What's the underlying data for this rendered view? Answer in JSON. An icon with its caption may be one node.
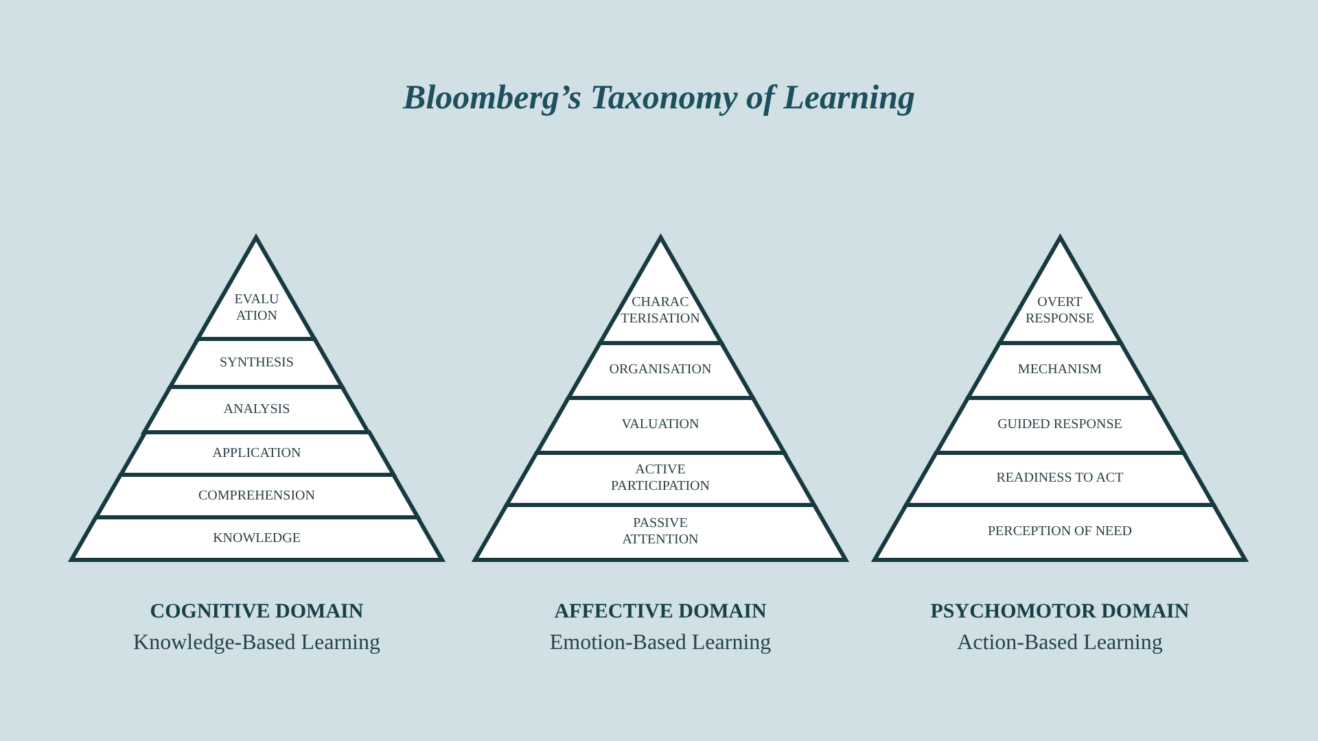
{
  "diagram": {
    "title": "Bloomberg’s Taxonomy of Learning",
    "nodes": [
      {
        "text": [
          "COGNITIVE DOMAIN",
          "Knowledge-Based Learning"
        ]
      },
      {
        "text": [
          "EVALU ATION"
        ],
        "in": 0
      },
      {
        "text": [
          "SYNTHESIS"
        ],
        "in": 0
      },
      {
        "text": [
          "ANALYSIS"
        ],
        "in": 0
      },
      {
        "text": [
          "APPLICATION"
        ],
        "in": 0
      },
      {
        "text": [
          "COMPREHENSION"
        ],
        "in": 0
      },
      {
        "text": [
          "KNOWLEDGE"
        ],
        "in": 0
      },
      {
        "text": [
          "AFFECTIVE DOMAIN",
          "Emotion-Based Learning"
        ]
      },
      {
        "text": [
          "CHARAC TERISATION"
        ],
        "in": 7
      },
      {
        "text": [
          "ORGANISATION"
        ],
        "in": 7
      },
      {
        "text": [
          "VALUATION"
        ],
        "in": 7
      },
      {
        "text": [
          "ACTIVE PARTICIPATION"
        ],
        "in": 7
      },
      {
        "text": [
          "PASSIVE ATTENTION"
        ],
        "in": 7
      },
      {
        "text": [
          "PSYCHOMOTOR DOMAIN",
          "Action-Based Learning"
        ]
      },
      {
        "text": [
          "OVERT RESPONSE"
        ],
        "in": 13
      },
      {
        "text": [
          "MECHANISM"
        ],
        "in": 13
      },
      {
        "text": [
          "GUIDED RESPONSE"
        ],
        "in": 13
      },
      {
        "text": [
          "READINESS TO ACT"
        ],
        "in": 13
      },
      {
        "text": [
          "PERCEPTION OF NEED"
        ],
        "in": 13
      }
    ]
  }
}
